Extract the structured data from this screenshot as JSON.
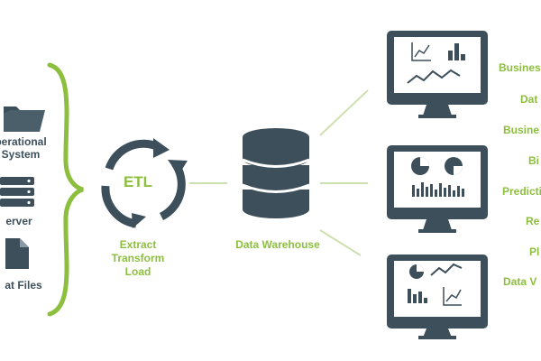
{
  "sources": {
    "operational_system": "perational\nSystem",
    "server": "erver",
    "flat_files": "at Files"
  },
  "etl": {
    "badge": "ETL",
    "caption": "Extract\nTransform\nLoad"
  },
  "warehouse": {
    "caption": "Data Warehouse"
  },
  "outputs": [
    "Busines",
    "Dat",
    "Busine",
    "Bi",
    "Predicti",
    "Re",
    "Pl",
    "Data V"
  ],
  "colors": {
    "dark": "#3d4f5a",
    "green": "#8dbf3f",
    "screen": "#ffffff",
    "line": "#cfe0b0"
  }
}
